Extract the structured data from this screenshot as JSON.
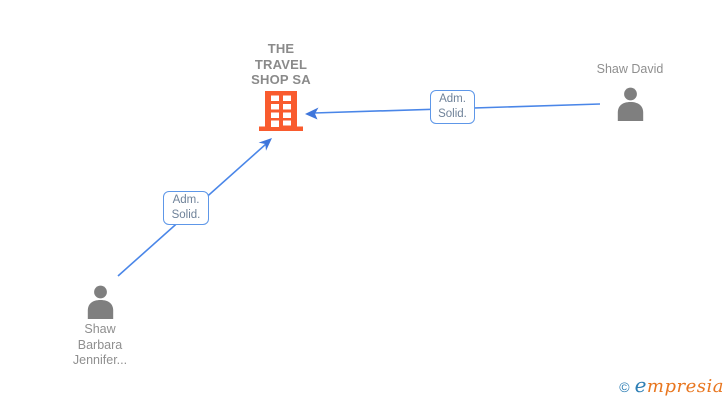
{
  "diagram": {
    "nodes": {
      "company": {
        "label": "THE\nTRAVEL\nSHOP SA",
        "icon": "building-icon",
        "icon_color": "#f95b2e"
      },
      "person_right": {
        "label": "Shaw David",
        "icon": "person-icon",
        "icon_color": "#7f7f7f"
      },
      "person_left": {
        "label": "Shaw\nBarbara\nJennifer...",
        "icon": "person-icon",
        "icon_color": "#7f7f7f"
      }
    },
    "edges": {
      "right_to_company": {
        "label": "Adm.\nSolid.",
        "direction": "points-to-company"
      },
      "left_to_company": {
        "label": "Adm.\nSolid.",
        "direction": "points-to-company"
      }
    },
    "colors": {
      "edge_blue": "#4a86e8",
      "arrowhead_blue": "#3f76db",
      "edge_label_border": "#5e97e8",
      "edge_label_text": "#6f8299",
      "building_orange": "#f95b2e",
      "person_gray": "#7f7f7f",
      "node_label_gray": "#8f8f8f"
    }
  },
  "watermark": {
    "copyright": "©",
    "brand_first_letter": "e",
    "brand_rest": "mpresia",
    "brand_blue": "#2e7fb5",
    "brand_orange": "#e8761f"
  }
}
